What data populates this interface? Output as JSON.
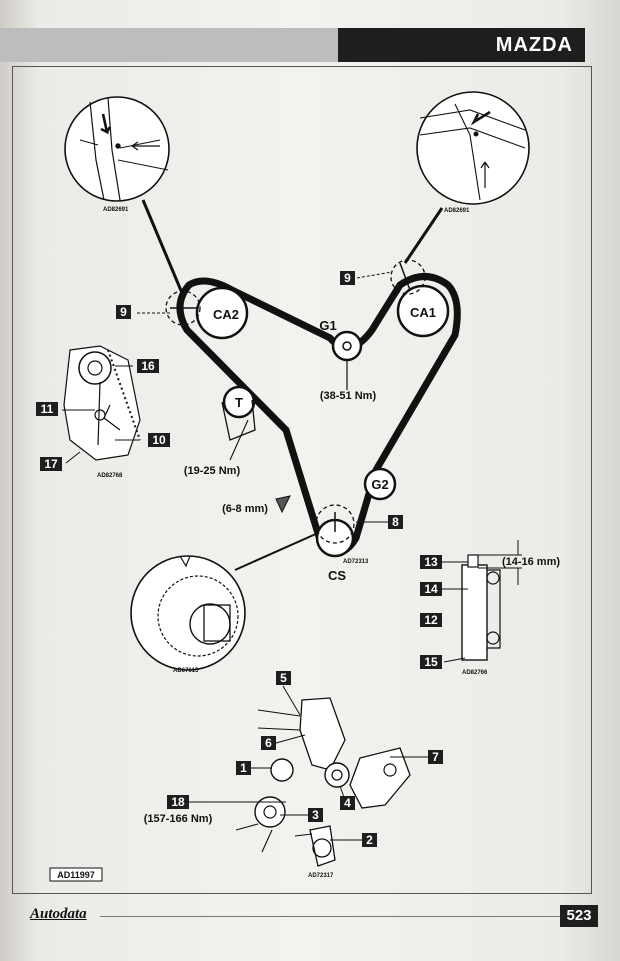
{
  "header": {
    "brand": "MAZDA"
  },
  "insets": [
    {
      "code": "AD82691"
    },
    {
      "code": "AD82691"
    },
    {
      "code": "AD82768"
    },
    {
      "code": "AD67615"
    },
    {
      "code": "AD82766"
    }
  ],
  "belt_drive_code": "AD72313",
  "components_code": "AD72317",
  "pulleys": {
    "ca2": "CA2",
    "ca1": "CA1",
    "g1": "G1",
    "g2": "G2",
    "t": "T",
    "cs": "CS"
  },
  "callouts": [
    "1",
    "2",
    "3",
    "4",
    "5",
    "6",
    "7",
    "8",
    "9",
    "9",
    "10",
    "11",
    "12",
    "13",
    "14",
    "15",
    "16",
    "17",
    "18"
  ],
  "torques": {
    "g1": "(38-51 Nm)",
    "t": "(19-25 Nm)",
    "cs_nut": "(157-166 Nm)"
  },
  "measurements": {
    "deflection": "(6-8 mm)",
    "tensioner_rod": "(14-16 mm)"
  },
  "figure_code": "AD11997",
  "footer": {
    "publisher": "Autodata",
    "page": "523"
  }
}
